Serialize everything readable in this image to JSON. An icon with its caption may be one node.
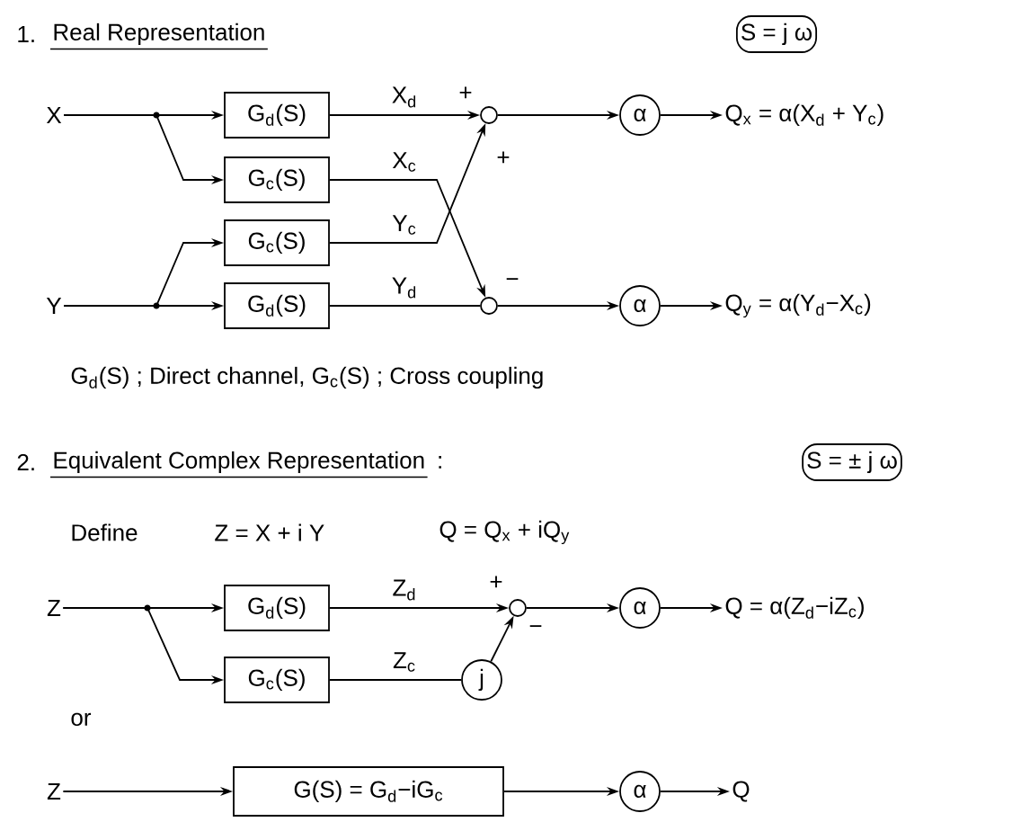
{
  "diagram": {
    "nodes": [
      {
        "text": [
          "X"
        ]
      },
      {
        "text": [
          "G$_{d}$(S)"
        ]
      },
      {
        "text": [
          "G$_{c}$(S)"
        ]
      },
      {
        "text": [
          "G$_{c}$(S)"
        ]
      },
      {
        "text": [
          "G$_{d}$(S)"
        ]
      },
      {
        "text": [
          "Y"
        ]
      },
      {
        "text": [],
        "shape": "circle"
      },
      {
        "text": [],
        "shape": "circle"
      },
      {
        "text": [
          "α"
        ]
      },
      {
        "text": [
          "α"
        ]
      },
      {
        "text": [
          "Q$_{x}$ = α(X$_{d}$ + Y$_{c}$)"
        ]
      },
      {
        "text": [
          "Q$_{y}$ = α(Y$_{d}$−X$_{c}$)"
        ]
      },
      {
        "text": [
          "S = j ω"
        ]
      },
      {
        "text": [
          "S = ± j ω"
        ]
      },
      {
        "text": [
          "Z"
        ]
      },
      {
        "text": [
          "G$_{d}$(S)"
        ]
      },
      {
        "text": [
          "G$_{c}$(S)"
        ]
      },
      {
        "text": [],
        "shape": "circle"
      },
      {
        "text": [
          "j"
        ]
      },
      {
        "text": [
          "α"
        ]
      },
      {
        "text": [
          "Q = α(Z$_{d}$−iZ$_{c}$)"
        ]
      },
      {
        "text": [
          "Z"
        ]
      },
      {
        "text": [
          "G(S) = G$_{d}$−iG$_{c}$"
        ]
      },
      {
        "text": [
          "α"
        ]
      },
      {
        "text": [
          "Q"
        ]
      }
    ],
    "edges": [
      {
        "from": 0,
        "to": 1,
        "arrow": "to"
      },
      {
        "from": 0,
        "to": 2,
        "arrow": "to"
      },
      {
        "from": 5,
        "to": 3,
        "arrow": "to"
      },
      {
        "from": 5,
        "to": 4,
        "arrow": "to"
      },
      {
        "from": 1,
        "to": 6,
        "arrow": "to",
        "label": "X$_{d}$"
      },
      {
        "from": 2,
        "to": 7,
        "arrow": "to",
        "label": "X$_{c}$"
      },
      {
        "from": 3,
        "to": 6,
        "arrow": "to",
        "label": "Y$_{c}$"
      },
      {
        "from": 4,
        "to": 7,
        "arrow": "none",
        "label": "Y$_{d}$"
      },
      {
        "from": 6,
        "to": 8,
        "arrow": "to"
      },
      {
        "from": 7,
        "to": 9,
        "arrow": "to"
      },
      {
        "from": 8,
        "to": 10,
        "arrow": "to"
      },
      {
        "from": 9,
        "to": 11,
        "arrow": "to"
      },
      {
        "from": 14,
        "to": 15,
        "arrow": "to"
      },
      {
        "from": 14,
        "to": 16,
        "arrow": "to"
      },
      {
        "from": 15,
        "to": 17,
        "arrow": "to",
        "label": "Z$_{d}$"
      },
      {
        "from": 16,
        "to": 18,
        "arrow": "none",
        "label": "Z$_{c}$"
      },
      {
        "from": 18,
        "to": 17,
        "arrow": "to"
      },
      {
        "from": 17,
        "to": 19,
        "arrow": "to"
      },
      {
        "from": 19,
        "to": 20,
        "arrow": "to"
      },
      {
        "from": 21,
        "to": 22,
        "arrow": "to"
      },
      {
        "from": 22,
        "to": 23,
        "arrow": "to"
      },
      {
        "from": 23,
        "to": 24,
        "arrow": "to"
      }
    ],
    "labels": [
      "1.",
      "Real Representation",
      "+",
      "+",
      "−",
      "G$_{d}$(S) ; Direct channel,  G$_{c}$(S) ; Cross coupling",
      "2.",
      "Equivalent Complex Representation",
      ":",
      "Define",
      "Z = X + i Y",
      "Q = Q$_{x}$ + iQ$_{y}$",
      "+",
      "−",
      "or"
    ]
  }
}
